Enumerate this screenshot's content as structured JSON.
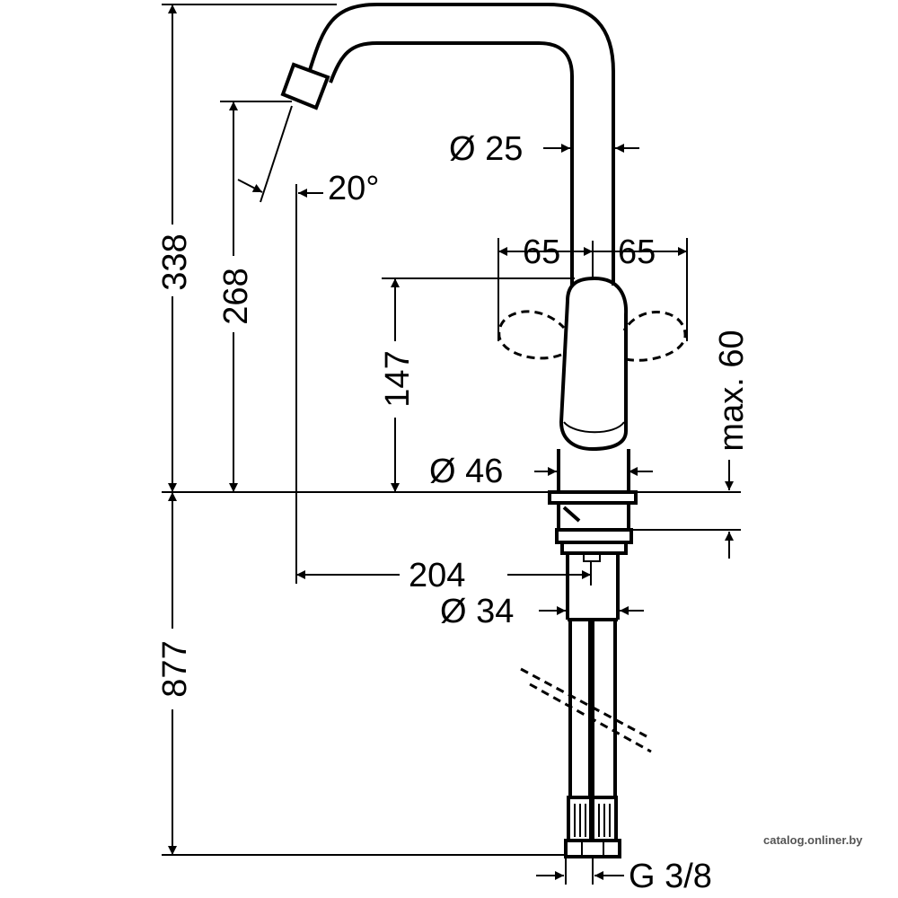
{
  "dimensions": {
    "total_height": "338",
    "spout_height": "268",
    "lever_height": "147",
    "below_counter": "877",
    "spout_reach": "204",
    "angle": "20°",
    "spout_diameter": "Ø 25",
    "lever_swing_left": "65",
    "lever_swing_right": "65",
    "max_counter": "max. 60",
    "base_diameter": "Ø 46",
    "shank_diameter": "Ø 34",
    "connection": "G 3/8"
  },
  "watermark": "catalog.onliner.by"
}
